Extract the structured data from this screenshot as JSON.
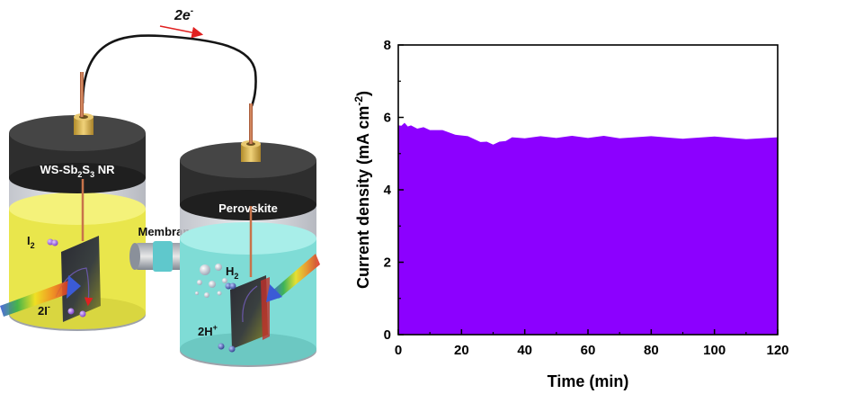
{
  "illustration": {
    "electron_label": "2e",
    "electron_sup": "-",
    "left_cell": {
      "lid_label_parts": [
        "WS-Sb",
        "2",
        "S",
        "3",
        " NR"
      ],
      "species_top_main": "I",
      "species_top_sub": "2",
      "species_bottom_main": "2I",
      "species_bottom_sup": "-",
      "electrolyte_color": "#f2f05a"
    },
    "right_cell": {
      "lid_label": "Perovskite",
      "species_top_main": "H",
      "species_top_sub": "2",
      "species_bottom_main": "2H",
      "species_bottom_sup": "+",
      "electrolyte_color": "#8fe6df"
    },
    "membrane_label": "Membrane",
    "lid_color": "#2b2b2b",
    "wire_color": "#c8734a"
  },
  "chart_data": {
    "type": "area",
    "title": "",
    "xlabel": "Time (min)",
    "ylabel_main": "Current density (mA cm",
    "ylabel_sup": "-2",
    "ylabel_close": ")",
    "xlim": [
      0,
      120
    ],
    "ylim": [
      0,
      8
    ],
    "xticks": [
      0,
      20,
      40,
      60,
      80,
      100,
      120
    ],
    "yticks": [
      0,
      2,
      4,
      6,
      8
    ],
    "fill_color": "#8c00ff",
    "series": [
      {
        "x": [
          0,
          1,
          2,
          3,
          4,
          6,
          8,
          10,
          14,
          18,
          22,
          26,
          28,
          30,
          32,
          34,
          36,
          40,
          45,
          50,
          55,
          60,
          65,
          70,
          80,
          90,
          100,
          110,
          120
        ],
        "values": [
          5.75,
          5.8,
          5.82,
          5.78,
          5.75,
          5.72,
          5.7,
          5.68,
          5.62,
          5.55,
          5.45,
          5.35,
          5.3,
          5.28,
          5.3,
          5.38,
          5.42,
          5.45,
          5.45,
          5.46,
          5.46,
          5.46,
          5.46,
          5.45,
          5.45,
          5.44,
          5.44,
          5.43,
          5.42
        ]
      }
    ]
  }
}
